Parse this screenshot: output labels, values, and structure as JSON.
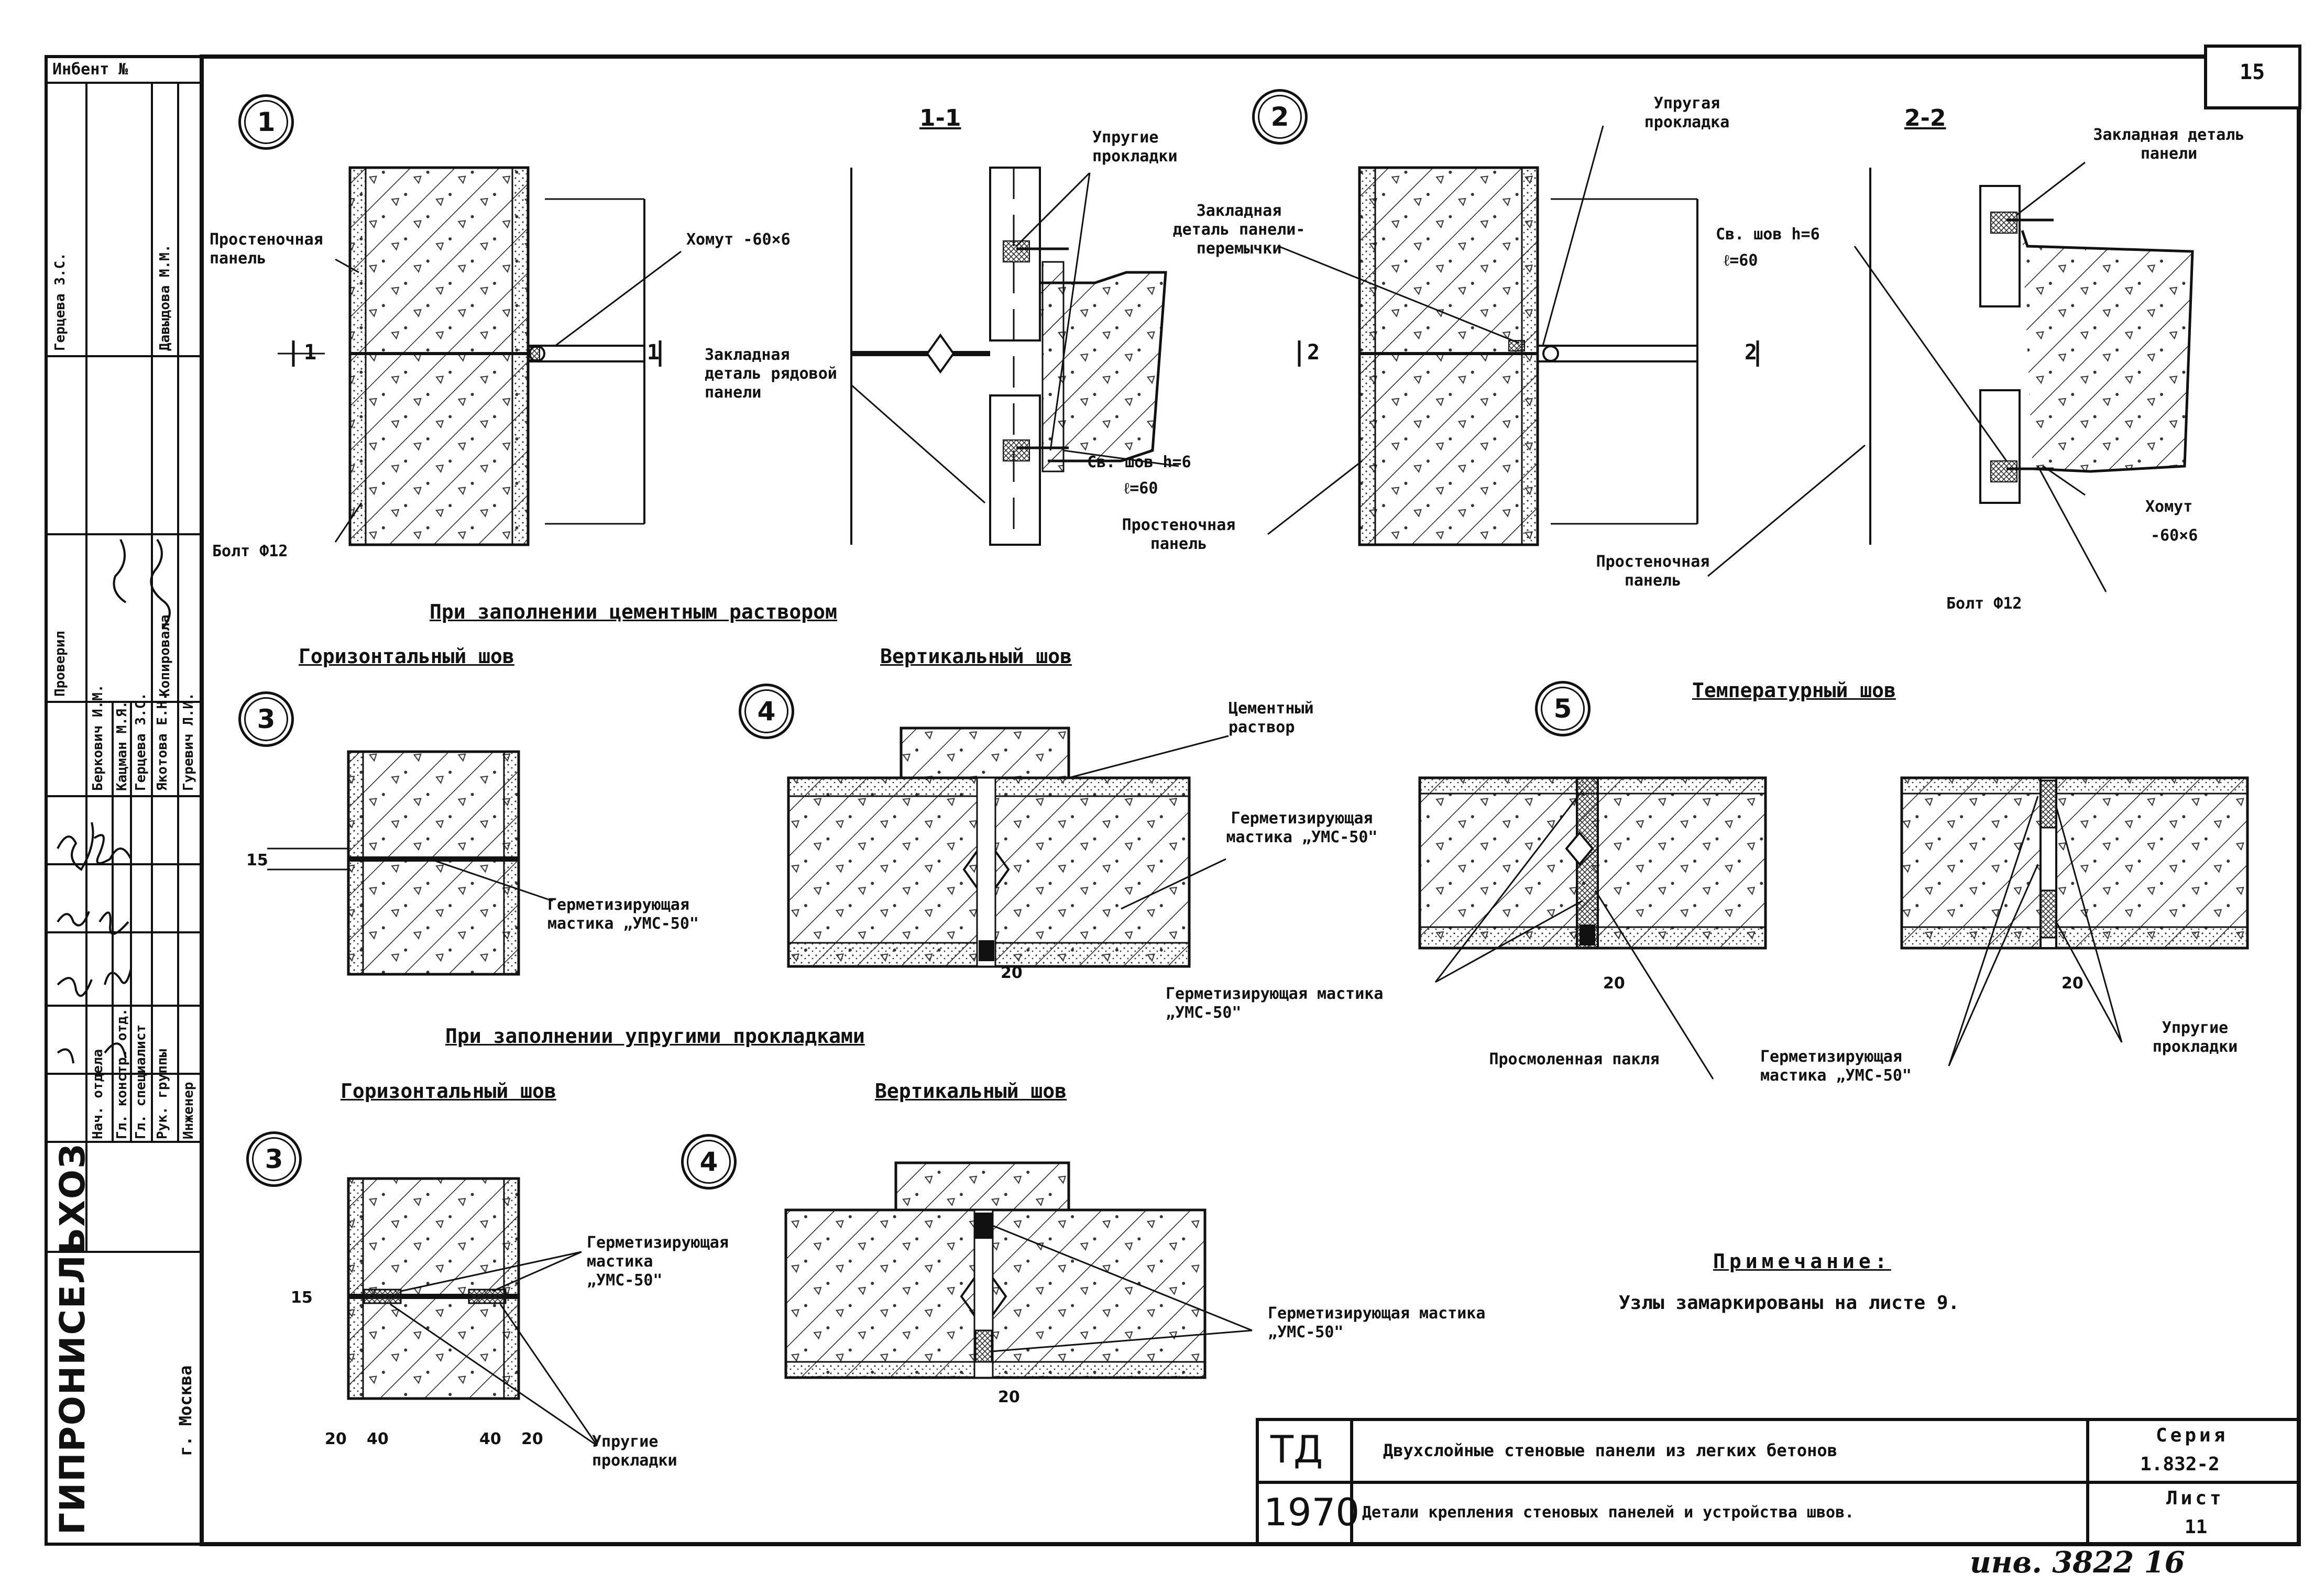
{
  "sheet": {
    "page_number": "15",
    "inventory_label": "Инбент №",
    "handwritten_inventory": "инв. 3822 16"
  },
  "stamp": {
    "organization": "ГИПРОНИСЕЛЬХОЗ",
    "city": "г. Москва",
    "roles": [
      "Нач. отдела",
      "Гл. констр. отд.",
      "Гл. специалист",
      "Рук. группы",
      "Инженер"
    ],
    "names": [
      "Беркович И.М.",
      "Кацман М.Я.",
      "Герцева З.С.",
      "Якотова Е.Н.",
      "Гуревич Л.И."
    ],
    "check_label": "Проверил",
    "check_name": "Герцева З.С.",
    "copy_label": "Копировала",
    "copy_name": "Давыдова М.М."
  },
  "nodes": {
    "n1": "1",
    "n2": "2",
    "n3a": "3",
    "n4a": "4",
    "n5": "5",
    "n3b": "3",
    "n4b": "4",
    "sec11": "1-1",
    "sec22": "2-2",
    "cut1": "1",
    "cut2": "2"
  },
  "labels": {
    "prosten_panel_1": "Простеночная панель",
    "homut_1": "Хомут -60×6",
    "bolt_1": "Болт Ф12",
    "zakl_ryad": "Закладная деталь рядовой панели",
    "uprugie_1": "Упругие прокладки",
    "sv_shov_1a": "Св. шов h=6",
    "sv_shov_1b": "ℓ=60",
    "prosten_panel_2": "Простеночная панель",
    "uprugaya_2": "Упругая прокладка",
    "zakl_perem": "Закладная деталь панели-перемычки",
    "prosten_panel_3": "Простеночная панель",
    "zakl_22": "Закладная деталь панели",
    "sv_shov_2a": "Св. шов h=6",
    "sv_shov_2b": "ℓ=60",
    "homut_2a": "Хомут",
    "homut_2b": "-60×6",
    "bolt_2": "Болт Ф12",
    "cement_title": "При заполнении цементным раствором",
    "horiz_shov_1": "Горизонтальный шов",
    "vert_shov_1": "Вертикальный шов",
    "temp_shov": "Температурный шов",
    "cement_rastvor": "Цементный раствор",
    "germ_3a": "Герметизирующая мастика „УМС-50\"",
    "germ_4a": "Герметизирующая мастика „УМС-50\"",
    "germ_5": "Герметизирующая мастика „УМС-50\"",
    "prosmol": "Просмоленная пакля",
    "germ_t": "Герметизирующая мастика „УМС-50\"",
    "uprugie_t": "Упругие прокладки",
    "elastic_title": "При заполнении упругими прокладками",
    "horiz_shov_2": "Горизонтальный шов",
    "vert_shov_2": "Вертикальный шов",
    "germ_3b": "Герметизирующая мастика „УМС-50\"",
    "uprugie_3b": "Упругие прокладки",
    "germ_4b": "Герметизирующая мастика „УМС-50\"",
    "note_title": "Примечание:",
    "note_text": "Узлы замаркированы на листе 9."
  },
  "dims": {
    "d15a": "15",
    "d20a": "20",
    "d20b": "20",
    "d20c": "20",
    "d15b": "15",
    "d20d": "20",
    "d40a": "40",
    "d40b": "40",
    "d20e": "20",
    "d20f": "20"
  },
  "title_block": {
    "code": "ТД",
    "year": "1970",
    "title": "Двухслойные стеновые панели из легких бетонов",
    "subtitle": "Детали крепления стеновых панелей и устройства швов.",
    "series_label": "Серия",
    "series_value": "1.832-2",
    "sheet_label": "Лист",
    "sheet_value": "11"
  }
}
